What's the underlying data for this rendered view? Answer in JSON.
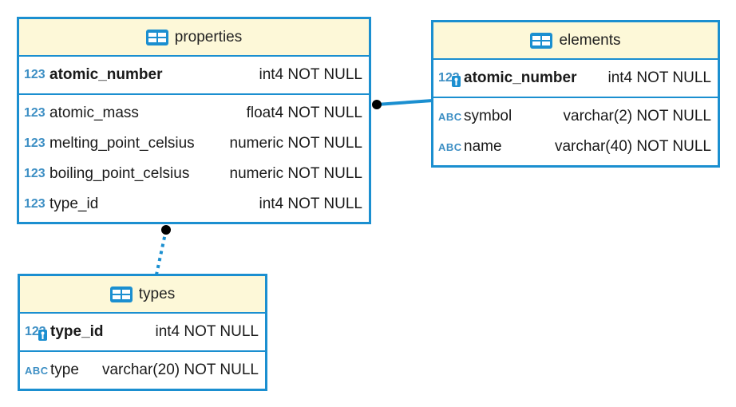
{
  "entities": {
    "properties": {
      "title": "properties",
      "pk": [
        {
          "icon": "numeric-icon",
          "glyph": "123",
          "name": "atomic_number",
          "type": "int4 NOT NULL"
        }
      ],
      "columns": [
        {
          "icon": "numeric-icon",
          "glyph": "123",
          "name": "atomic_mass",
          "type": "float4 NOT NULL"
        },
        {
          "icon": "numeric-icon",
          "glyph": "123",
          "name": "melting_point_celsius",
          "type": "numeric NOT NULL"
        },
        {
          "icon": "numeric-icon",
          "glyph": "123",
          "name": "boiling_point_celsius",
          "type": "numeric NOT NULL"
        },
        {
          "icon": "numeric-icon",
          "glyph": "123",
          "name": "type_id",
          "type": "int4 NOT NULL"
        }
      ]
    },
    "elements": {
      "title": "elements",
      "pk": [
        {
          "icon": "numeric-key-icon",
          "glyph": "123",
          "name": "atomic_number",
          "type": "int4 NOT NULL"
        }
      ],
      "columns": [
        {
          "icon": "text-icon",
          "glyph": "ABC",
          "name": "symbol",
          "type": "varchar(2) NOT NULL"
        },
        {
          "icon": "text-icon",
          "glyph": "ABC",
          "name": "name",
          "type": "varchar(40) NOT NULL"
        }
      ]
    },
    "types": {
      "title": "types",
      "pk": [
        {
          "icon": "numeric-key-icon",
          "glyph": "123",
          "name": "type_id",
          "type": "int4 NOT NULL"
        }
      ],
      "columns": [
        {
          "icon": "text-icon",
          "glyph": "ABC",
          "name": "type",
          "type": "varchar(20) NOT NULL"
        }
      ]
    }
  },
  "relationships": [
    {
      "from": "properties",
      "to": "elements",
      "style": "solid"
    },
    {
      "from": "properties",
      "to": "types",
      "style": "dotted"
    }
  ],
  "colors": {
    "border": "#1b8fd0",
    "header_bg": "#fdf8d8",
    "icon": "#3d8fc4"
  }
}
